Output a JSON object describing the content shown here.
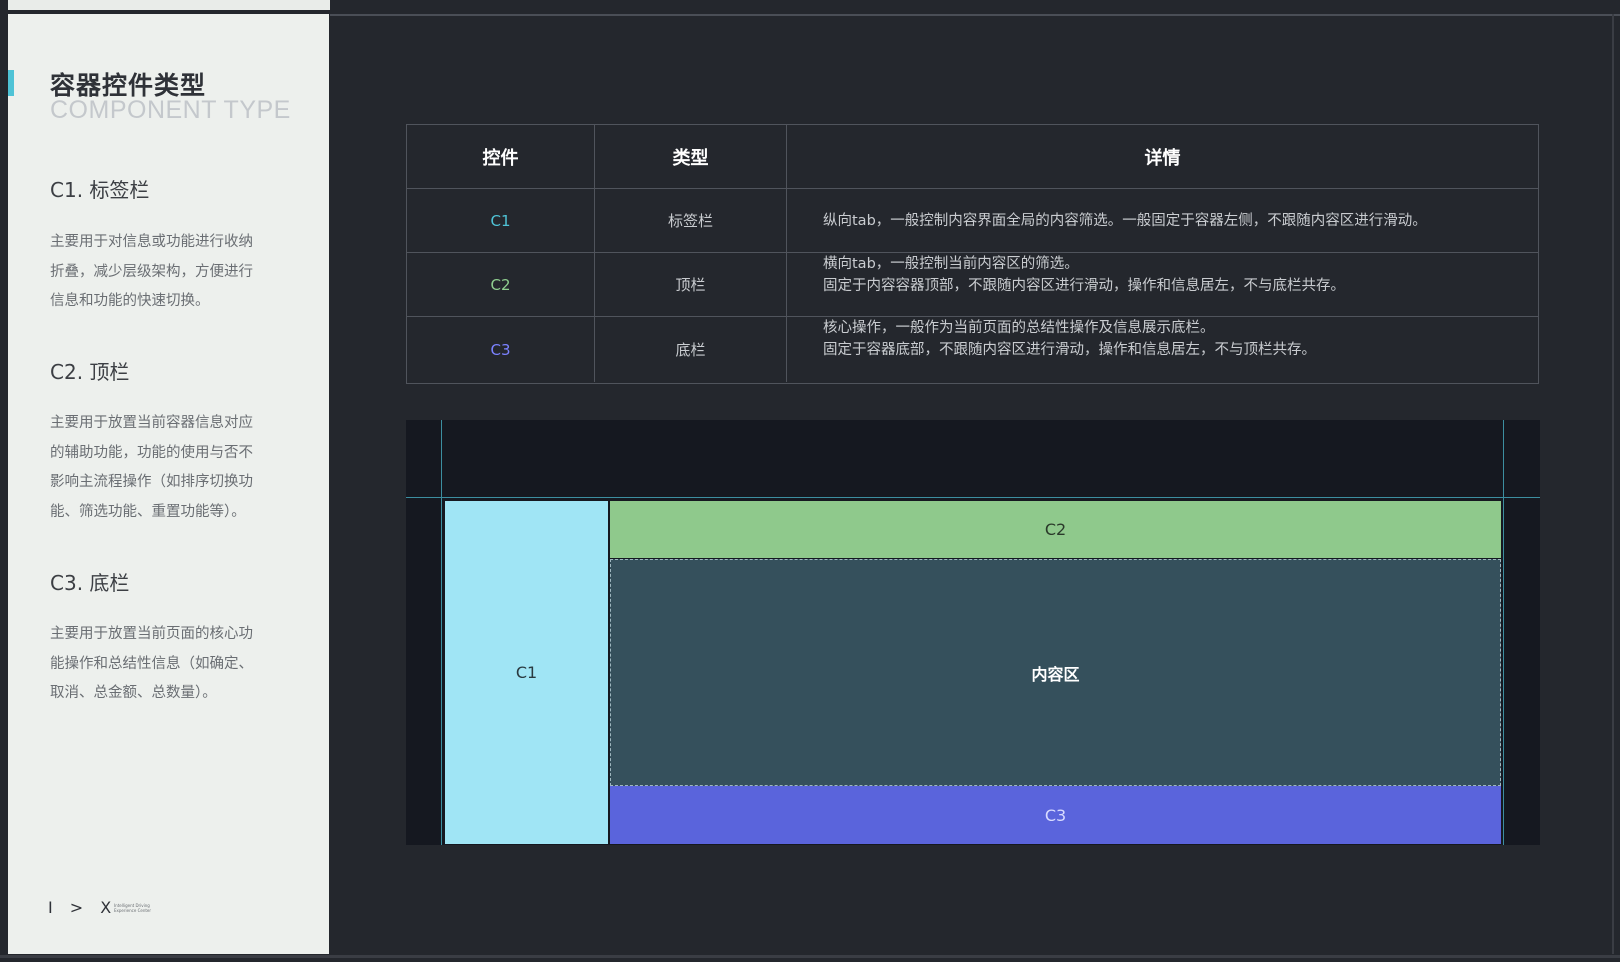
{
  "sidebar": {
    "title": "容器控件类型",
    "subtitle": "COMPONENT TYPE",
    "sections": [
      {
        "heading": "C1. 标签栏",
        "lines": [
          "主要用于对信息或功能进行收纳",
          "折叠，减少层级架构，方便进行",
          "信息和功能的快速切换。"
        ]
      },
      {
        "heading": "C2. 顶栏",
        "lines": [
          "主要用于放置当前容器信息对应",
          "的辅助功能，功能的使用与否不",
          "影响主流程操作（如排序切换功",
          "能、筛选功能、重置功能等）。"
        ]
      },
      {
        "heading": "C3. 底栏",
        "lines": [
          "主要用于放置当前页面的核心功",
          "能操作和总结性信息（如确定、",
          "取消、总金额、总数量）。"
        ]
      }
    ],
    "logo_text": "I > X",
    "logo_sub": "Intelligent Driving Experience Center"
  },
  "table": {
    "headers": [
      "控件",
      "类型",
      "详情"
    ],
    "rows": [
      {
        "code": "C1",
        "type": "标签栏",
        "detail_lines": [
          "纵向tab，一般控制内容界面全局的内容筛选。一般固定于容器左侧，不跟随内容区进行滑动。"
        ]
      },
      {
        "code": "C2",
        "type": "顶栏",
        "detail_lines": [
          "横向tab，一般控制当前内容区的筛选。",
          "固定于内容容器顶部，不跟随内容区进行滑动，操作和信息居左，不与底栏共存。"
        ]
      },
      {
        "code": "C3",
        "type": "底栏",
        "detail_lines": [
          "核心操作，一般作为当前页面的总结性操作及信息展示底栏。",
          "固定于容器底部，不跟随内容区进行滑动，操作和信息居左，不与顶栏共存。"
        ]
      }
    ]
  },
  "diagram": {
    "c1": "C1",
    "c2": "C2",
    "content": "内容区",
    "c3": "C3"
  },
  "colors": {
    "c1": "#4fc3d6",
    "c2": "#8fce8f",
    "c3": "#7b82ff"
  }
}
